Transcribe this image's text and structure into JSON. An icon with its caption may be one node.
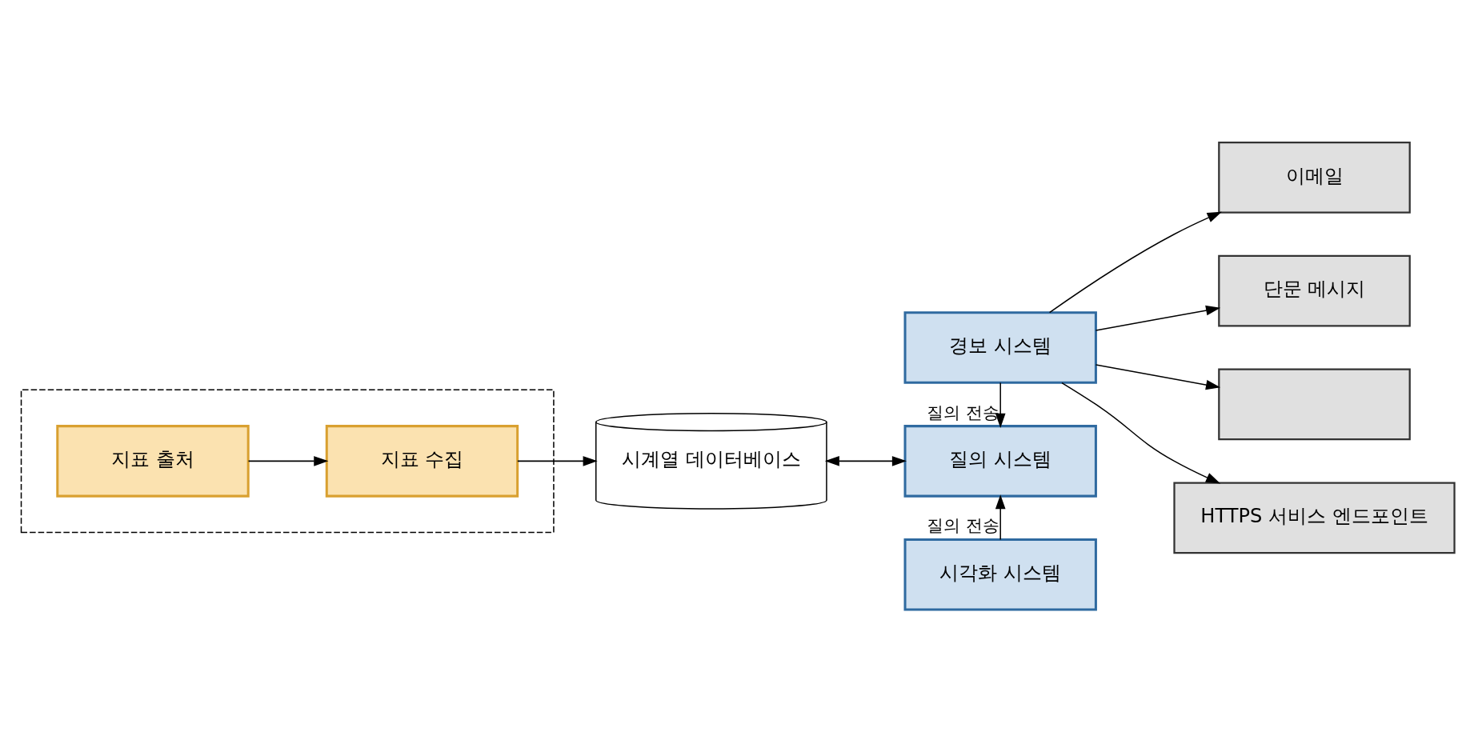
{
  "diagram": {
    "nodes": [
      {
        "text": [],
        "shape": "box"
      },
      {
        "text": [
          "지표 출처"
        ],
        "in": 0
      },
      {
        "text": [
          "지표 수집"
        ],
        "in": 0
      },
      {
        "text": [
          "시계열 데이터베이스"
        ]
      },
      {
        "text": [
          "질의 시스템"
        ]
      },
      {
        "text": [
          "경보 시스템"
        ]
      },
      {
        "text": [
          "시각화 시스템"
        ]
      },
      {
        "text": [
          "이메일"
        ]
      },
      {
        "text": [
          "단문 메시지"
        ]
      },
      {
        "text": [],
        "shape": "box"
      },
      {
        "text": [
          "HTTPS 서비스 엔드포인트"
        ]
      }
    ],
    "edges": [
      {
        "from": 1,
        "to": 2,
        "arrow": "to"
      },
      {
        "from": 2,
        "to": 3,
        "arrow": "to"
      },
      {
        "from": 3,
        "to": 4,
        "arrow": "both"
      },
      {
        "from": 5,
        "to": 4,
        "arrow": "to",
        "label": "질의 전송"
      },
      {
        "from": 6,
        "to": 4,
        "arrow": "to",
        "label": "질의 전송"
      },
      {
        "from": 5,
        "to": 7,
        "arrow": "to"
      },
      {
        "from": 5,
        "to": 8,
        "arrow": "to"
      },
      {
        "from": 5,
        "to": 9,
        "arrow": "to"
      },
      {
        "from": 5,
        "to": 10,
        "arrow": "to"
      }
    ]
  }
}
